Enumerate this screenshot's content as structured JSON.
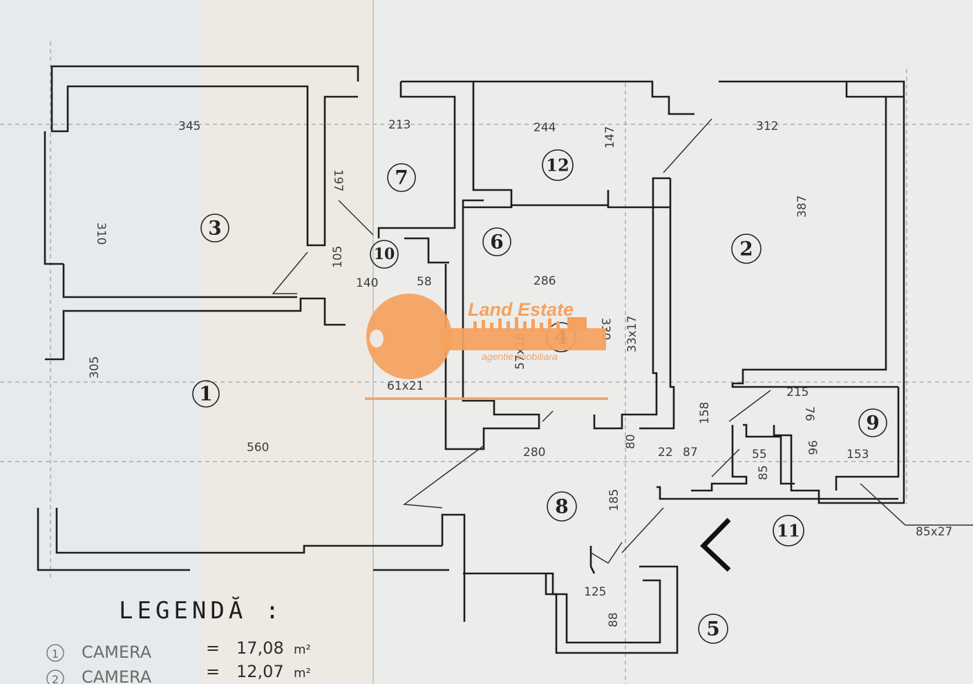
{
  "rooms": [
    "1",
    "2",
    "3",
    "4",
    "5",
    "6",
    "7",
    "8",
    "9",
    "10",
    "11",
    "12"
  ],
  "dimensions": {
    "d345": "345",
    "d213": "213",
    "d244": "244",
    "d312": "312",
    "d310": "310",
    "d197": "197",
    "d147": "147",
    "d387": "387",
    "d105": "105",
    "d140": "140",
    "d58": "58",
    "d286": "286",
    "d330": "330",
    "d33x17": "33x17",
    "d57x18": "57x18",
    "d61x21": "61x21",
    "d305": "305",
    "d560": "560",
    "d280": "280",
    "d215": "215",
    "d158": "158",
    "d76": "76",
    "d80": "80",
    "d22": "22",
    "d87": "87",
    "d55": "55",
    "d96": "96",
    "d153": "153",
    "d85": "85",
    "d185": "185",
    "d85x27": "85x27",
    "d125": "125",
    "d88": "88"
  },
  "legend": {
    "title": "LEGENDĂ :",
    "rows": [
      {
        "num": "1",
        "name": "CAMERA",
        "eq": "=",
        "value": "17,08",
        "unit": "m²"
      },
      {
        "num": "2",
        "name": "CAMERA",
        "eq": "=",
        "value": "12,07",
        "unit": "m²"
      }
    ]
  },
  "watermark": {
    "name": "Land Estate",
    "tagline": "agentie imobiliara",
    "color": "#f5a15f"
  }
}
